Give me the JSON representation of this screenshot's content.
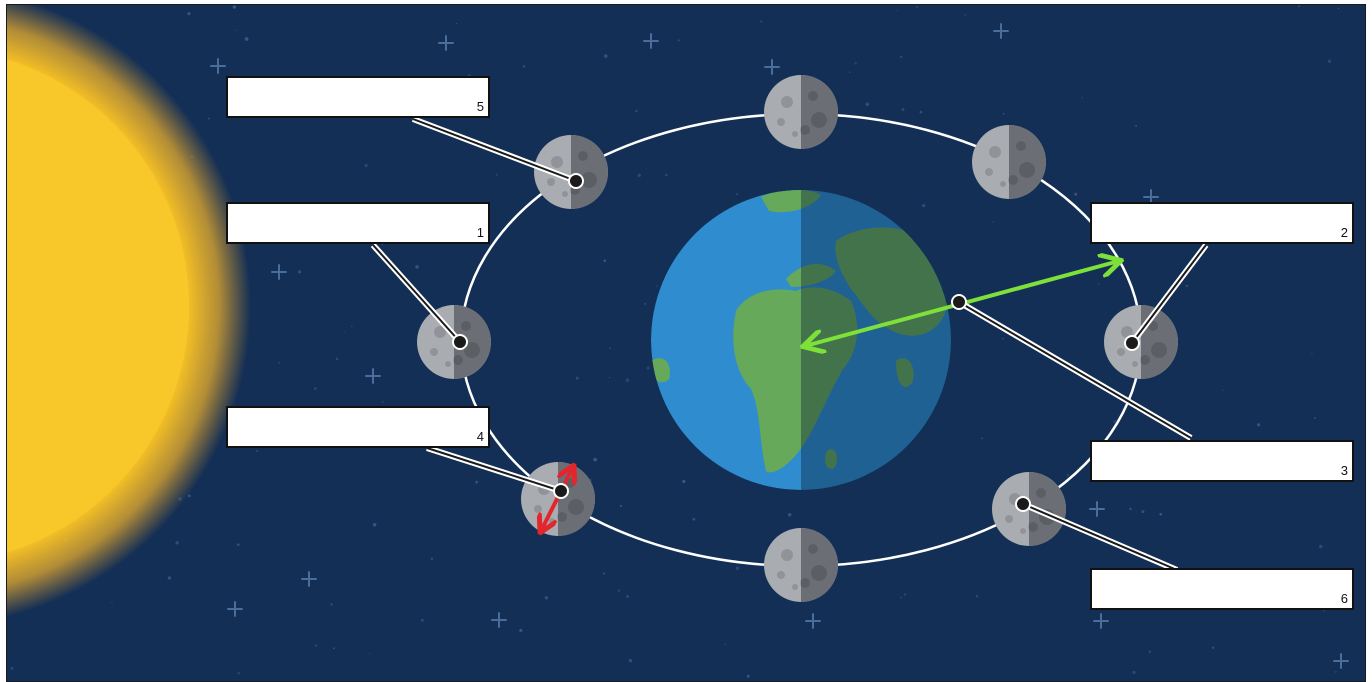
{
  "colors": {
    "space": "#132f55",
    "sun": "#f6c224",
    "orbit": "#ffffff",
    "earth_ocean": "#2e8ccf",
    "earth_land": "#66a95a",
    "moon": "#a9acb1",
    "moon_dark": "#6b6f75",
    "arrow_green": "#7ee13a",
    "arrow_red": "#e3262b"
  },
  "labels": [
    {
      "number": "5"
    },
    {
      "number": "1"
    },
    {
      "number": "4"
    },
    {
      "number": "2"
    },
    {
      "number": "3"
    },
    {
      "number": "6"
    }
  ],
  "icons": {
    "sun": "sun-icon",
    "earth": "earth-icon",
    "moon": "moon-icon",
    "distance_arrow": "double-arrow-icon",
    "rotation_arrow": "double-arrow-icon"
  }
}
